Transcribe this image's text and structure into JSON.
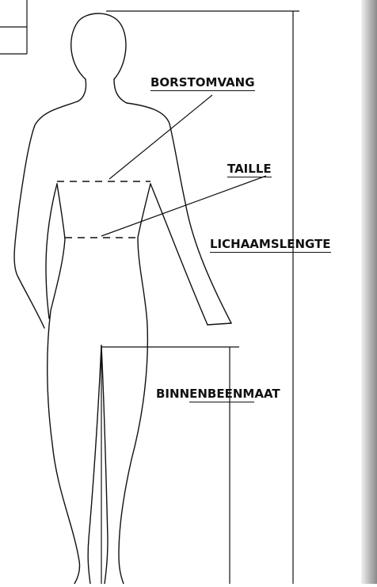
{
  "labels": {
    "chest": "BORSTOMVANG",
    "waist": "TAILLE",
    "body_length": "LICHAAMSLENGTE",
    "inseam_pre": "BINN",
    "inseam_underlined": "ENBEENM",
    "inseam_post": "AAT"
  },
  "colors": {
    "line": "#111111",
    "background": "#ffffff",
    "side_bar": "#a8a8a8"
  }
}
